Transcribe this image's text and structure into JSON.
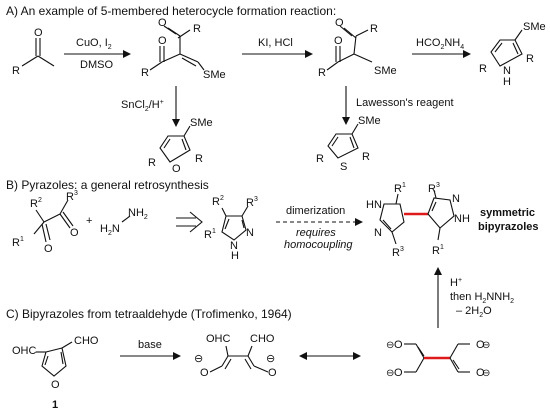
{
  "section_a": {
    "heading": "A) An example of 5-membered heterocycle formation reaction:",
    "step1_reagent_top": "CuO, I",
    "step1_reagent_top_sub": "2",
    "step1_reagent_bottom": "DMSO",
    "step2_reagent": "KI, HCl",
    "step3_reagent": "HCO",
    "step3_reagent_sub1": "2",
    "step3_reagent_tail": "NH",
    "step3_reagent_sub2": "4",
    "down1_reagent": "SnCl",
    "down1_reagent_sub": "2",
    "down1_reagent_tail": "/H",
    "down1_reagent_sup": "+",
    "down2_reagent": "Lawesson's reagent",
    "atom_R": "R",
    "atom_O": "O",
    "atom_SMe": "SMe",
    "atom_S": "S",
    "atom_N": "N",
    "atom_H": "H"
  },
  "section_b": {
    "heading": "B) Pyrazoles: a general retrosynthesis",
    "plus": "+",
    "hydrazine_H": "H",
    "hydrazine_N": "N",
    "hydrazine_NH": "NH",
    "sub2": "2",
    "R1": "R",
    "R2": "R",
    "R3": "R",
    "sup1": "1",
    "sup2": "2",
    "sup3": "3",
    "dimerization": "dimerization",
    "requires": "requires",
    "homocoupling": "homocoupling",
    "product_line1": "symmetric",
    "product_line2": "bipyrazoles",
    "HN": "HN",
    "NH": "NH",
    "N": "N"
  },
  "section_c": {
    "heading": "C) Bipyrazoles from tetraaldehyde (Trofimenko, 1964)",
    "base": "base",
    "OHC": "OHC",
    "CHO": "CHO",
    "compound_number": "1",
    "minus": "⊖",
    "O": "O",
    "up_reagent_line1": "H",
    "up_reagent_sup": "+",
    "up_reagent_line2": "then H",
    "up_reagent_line2_sub": "2",
    "up_reagent_line2_tail": "NNH",
    "up_reagent_line2_sub2": "2",
    "up_reagent_line3": "– 2H",
    "up_reagent_line3_sub": "2",
    "up_reagent_line3_tail": "O"
  },
  "colors": {
    "ink": "#111111",
    "highlight": "#e01a1a",
    "background": "#ffffff"
  }
}
